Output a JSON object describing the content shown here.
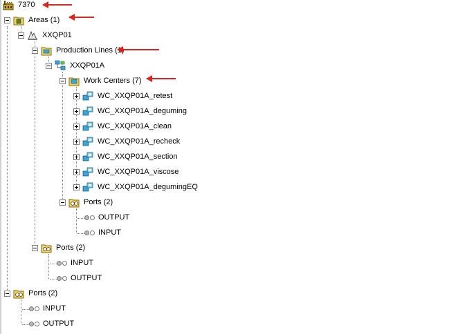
{
  "tree": {
    "root": "7370",
    "areas": "Areas (1)",
    "xxqp01": "XXQP01",
    "production_lines": "Production Lines (1)",
    "xxqp01a": "XXQP01A",
    "work_centers": "Work Centers (7)",
    "wc": [
      "WC_XXQP01A_retest",
      "WC_XXQP01A_deguming",
      "WC_XXQP01A_clean",
      "WC_XXQP01A_recheck",
      "WC_XXQP01A_section",
      "WC_XXQP01A_viscose",
      "WC_XXQP01A_degumingEQ"
    ],
    "ports_a": "Ports (2)",
    "ports_a_items": [
      "OUTPUT",
      "INPUT"
    ],
    "ports_b": "Ports (2)",
    "ports_b_items": [
      "INPUT",
      "OUTPUT"
    ],
    "ports_c": "Ports (2)",
    "ports_c_items": [
      "INPUT",
      "OUTPUT"
    ]
  },
  "colors": {
    "annotation_arrow": "#e0211b",
    "tree_line": "#808080"
  }
}
